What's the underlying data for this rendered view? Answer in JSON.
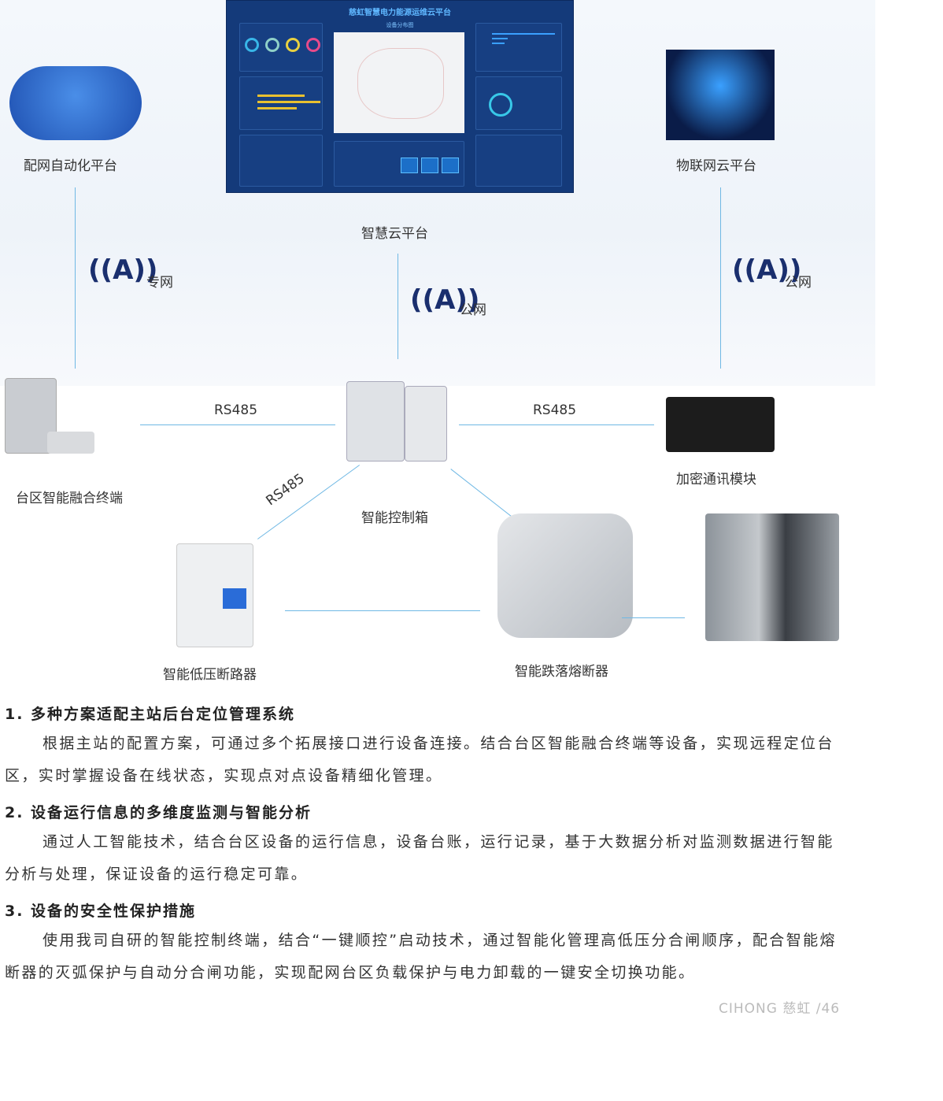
{
  "dashboard": {
    "title": "慈虹智慧电力能源运维云平台",
    "map_title": "设备分布图"
  },
  "nodes": {
    "distribution_platform": "配网自动化平台",
    "cloud_platform": "智慧云平台",
    "iot_platform": "物联网云平台",
    "fusion_terminal": "台区智能融合终端",
    "control_box": "智能控制箱",
    "encryption_module": "加密通讯模块",
    "lv_breaker": "智能低压断路器",
    "fuse_cutout": "智能跌落熔断器"
  },
  "links": {
    "private_net": "专网",
    "public_net_center": "公网",
    "public_net_right": "公网",
    "rs485_left": "RS485",
    "rs485_right": "RS485",
    "rs485_diag": "RS485"
  },
  "sections": [
    {
      "heading": "1. 多种方案适配主站后台定位管理系统",
      "body": "根据主站的配置方案，可通过多个拓展接口进行设备连接。结合台区智能融合终端等设备，实现远程定位台区，实时掌握设备在线状态，实现点对点设备精细化管理。"
    },
    {
      "heading": "2. 设备运行信息的多维度监测与智能分析",
      "body": "通过人工智能技术，结合台区设备的运行信息，设备台账，运行记录，基于大数据分析对监测数据进行智能分析与处理，保证设备的运行稳定可靠。"
    },
    {
      "heading": "3. 设备的安全性保护措施",
      "body": "使用我司自研的智能控制终端，结合“一键顺控”启动技术，通过智能化管理高低压分合闸顺序，配合智能熔断器的灭弧保护与自动分合闸功能，实现配网台区负载保护与电力卸载的一键安全切换功能。"
    }
  ],
  "footer": {
    "brand": "CIHONG 慈虹",
    "page": "/46"
  }
}
